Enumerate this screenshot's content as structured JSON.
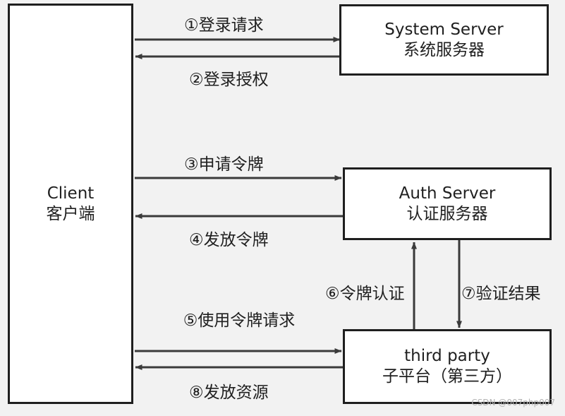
{
  "nodes": {
    "client": {
      "en": "Client",
      "zh": "客户端"
    },
    "system": {
      "en": "System Server",
      "zh": "系统服务器"
    },
    "auth": {
      "en": "Auth Server",
      "zh": "认证服务器"
    },
    "third": {
      "en": "third party",
      "zh": "子平台（第三方）"
    }
  },
  "edges": {
    "e1": "①登录请求",
    "e2": "②登录授权",
    "e3": "③申请令牌",
    "e4": "④发放令牌",
    "e5": "⑤使用令牌请求",
    "e6": "⑥令牌认证",
    "e7": "⑦验证结果",
    "e8": "⑧发放资源"
  },
  "watermark": "CSDN @007php007"
}
